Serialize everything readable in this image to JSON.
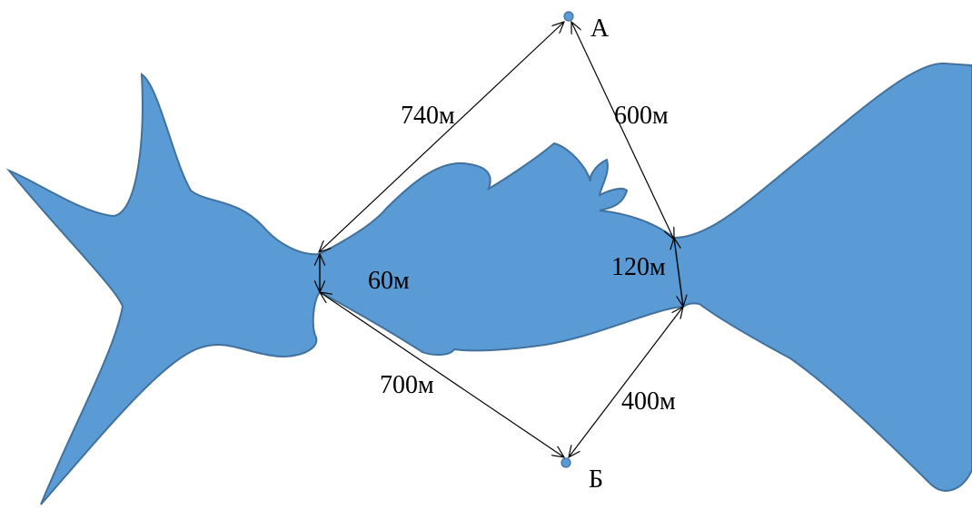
{
  "diagram": {
    "water_color": "#5b9bd5",
    "water_stroke": "#41719c",
    "point_color": "#5b9bd5",
    "points": {
      "a": {
        "name": "А"
      },
      "b": {
        "name": "Б"
      }
    },
    "distances": {
      "left_to_a": "740м",
      "a_to_right": "600м",
      "left_width": "60м",
      "right_width": "120м",
      "left_to_b": "700м",
      "b_to_right": "400м"
    }
  }
}
